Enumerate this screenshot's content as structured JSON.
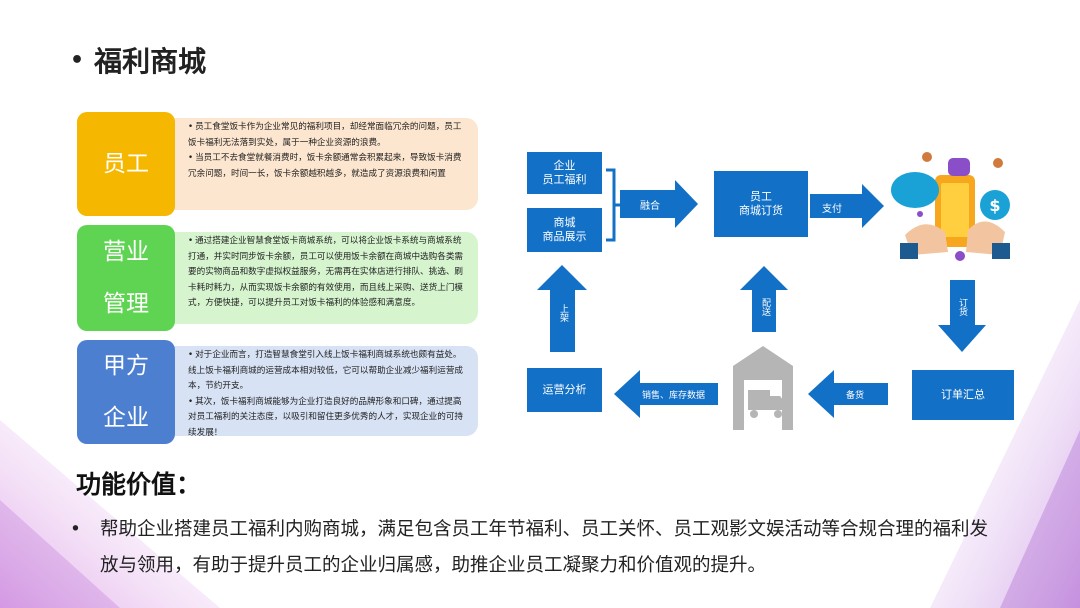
{
  "title": "福利商城",
  "categories": [
    {
      "line1": "员工",
      "line2": ""
    },
    {
      "line1": "营业",
      "line2": "管理"
    },
    {
      "line1": "甲方",
      "line2": "企业"
    }
  ],
  "descriptions": [
    [
      "员工食堂饭卡作为企业常见的福利项目，却经常面临冗余的问题，员工饭卡福利无法落到实处，属于一种企业资源的浪费。",
      "当员工不去食堂就餐消费时，饭卡余额通常会积累起来，导致饭卡消费冗余问题，时间一长，饭卡余额越积越多，就造成了资源浪费和闲置"
    ],
    [
      "通过搭建企业智慧食堂饭卡商城系统，可以将企业饭卡系统与商城系统打通，并实时同步饭卡余额，员工可以使用饭卡余额在商城中选购各类需要的实物商品和数字虚拟权益服务，无需再在实体店进行排队、挑选、刷卡耗时耗力，从而实现饭卡余额的有效使用，而且线上采购、送货上门模式，方便快捷，可以提升员工对饭卡福利的体验感和满意度。"
    ],
    [
      "对于企业而言，打造智慧食堂引入线上饭卡福利商城系统也颇有益处。线上饭卡福利商城的运营成本相对较低，它可以帮助企业减少福利运营成本，节约开支。",
      "其次，饭卡福利商城能够为企业打造良好的品牌形象和口碑，通过提高对员工福利的关注态度，以吸引和留住更多优秀的人才，实现企业的可持续发展！"
    ]
  ],
  "flow": {
    "box_employee_welfare": "企业\n员工福利",
    "box_goods_display": "商城\n商品展示",
    "arrow_merge": "融合",
    "box_order": "员工\n商城订货",
    "arrow_pay": "支付",
    "arrow_order": "订货",
    "box_order_summary": "订单汇总",
    "arrow_stock": "备货",
    "arrow_sales_data": "销售、库存数据",
    "box_operation": "运营分析",
    "arrow_upload": "上架",
    "arrow_delivery": "配送"
  },
  "section_title": "功能价值：",
  "bullet_text": "帮助企业搭建员工福利内购商城，满足包含员工年节福利、员工关怀、员工观影文娱活动等合规合理的福利发放与领用，有助于提升员工的企业归属感，助推企业员工凝聚力和价值观的提升。",
  "icons": [
    "bullet-dot",
    "payment-illustration-icon",
    "warehouse-truck-icon"
  ],
  "colors": {
    "flow_blue": "#1370c7",
    "yellow": "#f5b700",
    "green": "#5fd352",
    "blue": "#4d7fd1"
  }
}
